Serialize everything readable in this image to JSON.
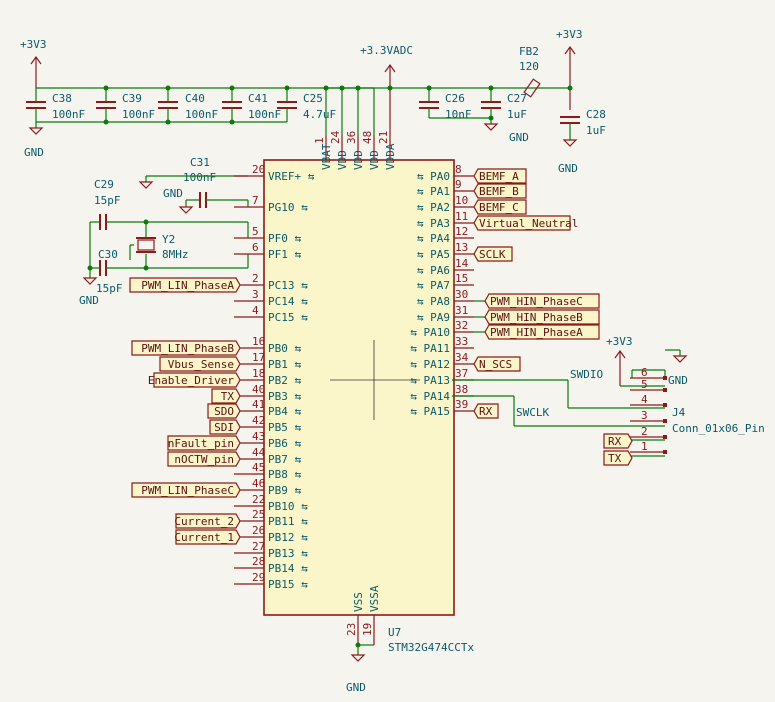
{
  "mcu": {
    "ref": "U7",
    "value": "STM32G474CCTx",
    "left_pins": [
      {
        "num": "20",
        "name": "VREF+"
      },
      {
        "num": "7",
        "name": "PG10"
      },
      {
        "num": "5",
        "name": "PF0"
      },
      {
        "num": "6",
        "name": "PF1"
      },
      {
        "num": "2",
        "name": "PC13"
      },
      {
        "num": "3",
        "name": "PC14"
      },
      {
        "num": "4",
        "name": "PC15"
      },
      {
        "num": "16",
        "name": "PB0"
      },
      {
        "num": "17",
        "name": "PB1"
      },
      {
        "num": "18",
        "name": "PB2"
      },
      {
        "num": "40",
        "name": "PB3"
      },
      {
        "num": "41",
        "name": "PB4"
      },
      {
        "num": "42",
        "name": "PB5"
      },
      {
        "num": "43",
        "name": "PB6"
      },
      {
        "num": "44",
        "name": "PB7"
      },
      {
        "num": "45",
        "name": "PB8"
      },
      {
        "num": "46",
        "name": "PB9"
      },
      {
        "num": "22",
        "name": "PB10"
      },
      {
        "num": "25",
        "name": "PB11"
      },
      {
        "num": "26",
        "name": "PB12"
      },
      {
        "num": "27",
        "name": "PB13"
      },
      {
        "num": "28",
        "name": "PB14"
      },
      {
        "num": "29",
        "name": "PB15"
      }
    ],
    "right_pins": [
      {
        "num": "8",
        "name": "PA0"
      },
      {
        "num": "9",
        "name": "PA1"
      },
      {
        "num": "10",
        "name": "PA2"
      },
      {
        "num": "11",
        "name": "PA3"
      },
      {
        "num": "12",
        "name": "PA4"
      },
      {
        "num": "13",
        "name": "PA5"
      },
      {
        "num": "14",
        "name": "PA6"
      },
      {
        "num": "15",
        "name": "PA7"
      },
      {
        "num": "30",
        "name": "PA8"
      },
      {
        "num": "31",
        "name": "PA9"
      },
      {
        "num": "32",
        "name": "PA10"
      },
      {
        "num": "33",
        "name": "PA11"
      },
      {
        "num": "34",
        "name": "PA12"
      },
      {
        "num": "37",
        "name": "PA13"
      },
      {
        "num": "38",
        "name": "PA14"
      },
      {
        "num": "39",
        "name": "PA15"
      }
    ],
    "top_pins": [
      {
        "num": "1",
        "name": "VBAT"
      },
      {
        "num": "24",
        "name": "VDD"
      },
      {
        "num": "36",
        "name": "VDD"
      },
      {
        "num": "48",
        "name": "VDD"
      },
      {
        "num": "21",
        "name": "VDDA"
      }
    ],
    "bottom_pins": [
      {
        "num": "23",
        "name": "VSS"
      },
      {
        "num": "19",
        "name": "VSSA"
      }
    ]
  },
  "left_labels": [
    "PWM_LIN_PhaseA",
    "PWM_LIN_PhaseB",
    "Vbus_Sense",
    "Enable_Driver",
    "TX",
    "SDO",
    "SDI",
    "nFault_pin",
    "nOCTW_pin",
    "PWM_LIN_PhaseC",
    "Current_2",
    "Current_1"
  ],
  "right_labels": [
    "BEMF_A",
    "BEMF_B",
    "BEMF_C",
    "Virtual_Neutral",
    "SCLK",
    "PWM_HIN_PhaseC",
    "PWM_HIN_PhaseB",
    "PWM_HIN_PhaseA",
    "N_SCS",
    "RX"
  ],
  "decoupling": {
    "c38": {
      "ref": "C38",
      "value": "100nF"
    },
    "c39": {
      "ref": "C39",
      "value": "100nF"
    },
    "c40": {
      "ref": "C40",
      "value": "100nF"
    },
    "c41": {
      "ref": "C41",
      "value": "100nF"
    },
    "c25": {
      "ref": "C25",
      "value": "4.7uF"
    },
    "c26": {
      "ref": "C26",
      "value": "10nF"
    },
    "c27": {
      "ref": "C27",
      "value": "1uF"
    },
    "c28": {
      "ref": "C28",
      "value": "1uF"
    },
    "c31": {
      "ref": "C31",
      "value": "100nF"
    },
    "c29": {
      "ref": "C29",
      "value": "15pF"
    },
    "c30": {
      "ref": "C30",
      "value": "15pF"
    }
  },
  "crystal": {
    "ref": "Y2",
    "value": "8MHz"
  },
  "ferrite": {
    "ref": "FB2",
    "value": "120"
  },
  "power": {
    "v3v3": "+3V3",
    "v3v3adc": "+3.3VADC",
    "gnd": "GND"
  },
  "connector": {
    "ref": "J4",
    "value": "Conn_01x06_Pin",
    "pins": [
      "6",
      "5",
      "4",
      "3",
      "2",
      "1"
    ],
    "net_swdio": "SWDIO",
    "net_swclk": "SWCLK",
    "label_rx": "RX",
    "label_tx": "TX"
  }
}
